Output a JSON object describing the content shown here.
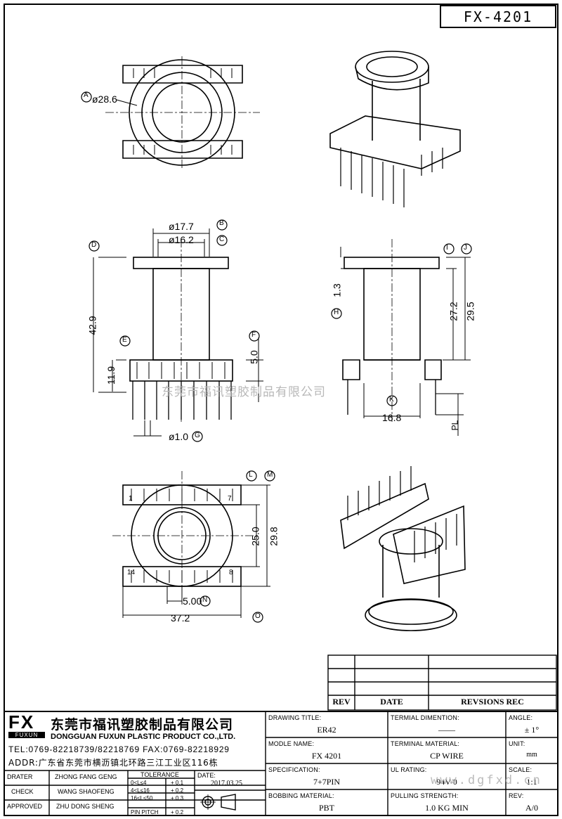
{
  "drawing_number": "FX-4201",
  "dimension_labels": {
    "A": "A",
    "a_value": "ø28.6",
    "B": "B",
    "b_value": "ø17.7",
    "C": "C",
    "c_value": "ø16.2",
    "D": "D",
    "d_value": "42.9",
    "E": "E",
    "e_value": "11.9",
    "F": "F",
    "f_value": "5.0",
    "G": "G",
    "g_value": "ø1.0",
    "H": "H",
    "h_value": "1.3",
    "I": "I",
    "i_value": "27.2",
    "J": "J",
    "j_value": "29.5",
    "K": "K",
    "k_value": "16.8",
    "pl": "PL",
    "L": "L",
    "l_value": "25.0",
    "M": "M",
    "m_value": "29.8",
    "N": "N",
    "n_value": "5.00",
    "O": "O",
    "o_value": "37.2",
    "pin1": "1",
    "pin7": "7",
    "pin14": "14",
    "pin8": "8"
  },
  "watermark": "东莞市福讯塑胶制品有限公司",
  "watermark2": "www.dgfxd.cn",
  "revision_table": {
    "headers": [
      "REV",
      "DATE",
      "REVSIONS REC"
    ]
  },
  "company": {
    "logo": "FX",
    "logo_sub": "FUXUN",
    "name_cn": "东莞市福讯塑胶制品有限公司",
    "name_en": "DONGGUAN FUXUN PLASTIC PRODUCT CO.,LTD.",
    "tel": "TEL:0769-82218739/82218769 FAX:0769-82218929",
    "addr": "ADDR:广东省东莞市横沥镇北环路三江工业区116栋"
  },
  "title_block": {
    "drawing_title_label": "DRAWING TITLE:",
    "drawing_title": "ER42",
    "terminal_dimension_label": "TERMIAL DIMENTION:",
    "terminal_dimension": "——",
    "angle_label": "ANGLE:",
    "angle": "± 1°",
    "module_name_label": "MODLE NAME:",
    "module_name": "FX 4201",
    "terminal_material_label": "TERMINAL MATERIAL:",
    "terminal_material": "CP WIRE",
    "unit_label": "UNIT:",
    "unit": "mm",
    "specification_label": "SPECIFICATION:",
    "specification": "7+7PIN",
    "ul_rating_label": "UL RATING:",
    "ul_rating": "94V-0",
    "scale_label": "SCALE:",
    "scale": "1:1",
    "bobbin_material_label": "BOBBING MATERIAL:",
    "bobbin_material": "PBT",
    "pulling_strength_label": "PULLING STRENGTH:",
    "pulling_strength": "1.0 KG MIN",
    "rev_label": "REV:",
    "rev": "A/0"
  },
  "signoff": {
    "drater_label": "DRATER",
    "drater": "ZHONG FANG GENG",
    "check_label": "CHECK",
    "check": "WANG SHAOFENG",
    "approved_label": "APPROVED",
    "approved": "ZHU DONG SHENG",
    "tolerance_label": "TOLERANCE",
    "tol1": "0<L≤4",
    "tol1v": "+ 0.1",
    "tol2": "4<L≤16",
    "tol2v": "+ 0.2",
    "tol3": "16<L≤50",
    "tol3v": "+ 0.3",
    "tol4": "PIN PITCH",
    "tol4v": "+ 0.2",
    "date_label": "DATE:",
    "date": "2017.03.25"
  }
}
